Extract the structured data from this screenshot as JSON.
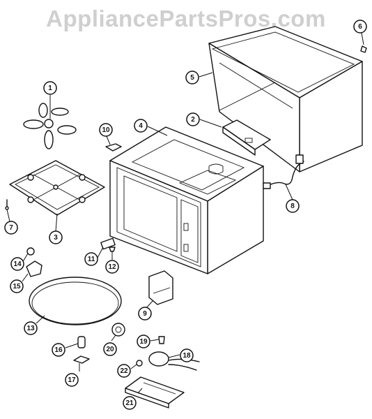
{
  "watermark": "AppliancePartsPros.com",
  "callouts": [
    {
      "label": "1"
    },
    {
      "label": "2"
    },
    {
      "label": "3"
    },
    {
      "label": "4"
    },
    {
      "label": "5"
    },
    {
      "label": "6"
    },
    {
      "label": "7"
    },
    {
      "label": "8"
    },
    {
      "label": "9"
    },
    {
      "label": "10"
    },
    {
      "label": "11"
    },
    {
      "label": "12"
    },
    {
      "label": "13"
    },
    {
      "label": "14"
    },
    {
      "label": "15"
    },
    {
      "label": "16"
    },
    {
      "label": "17"
    },
    {
      "label": "18"
    },
    {
      "label": "19"
    },
    {
      "label": "20"
    },
    {
      "label": "21"
    },
    {
      "label": "22"
    }
  ]
}
